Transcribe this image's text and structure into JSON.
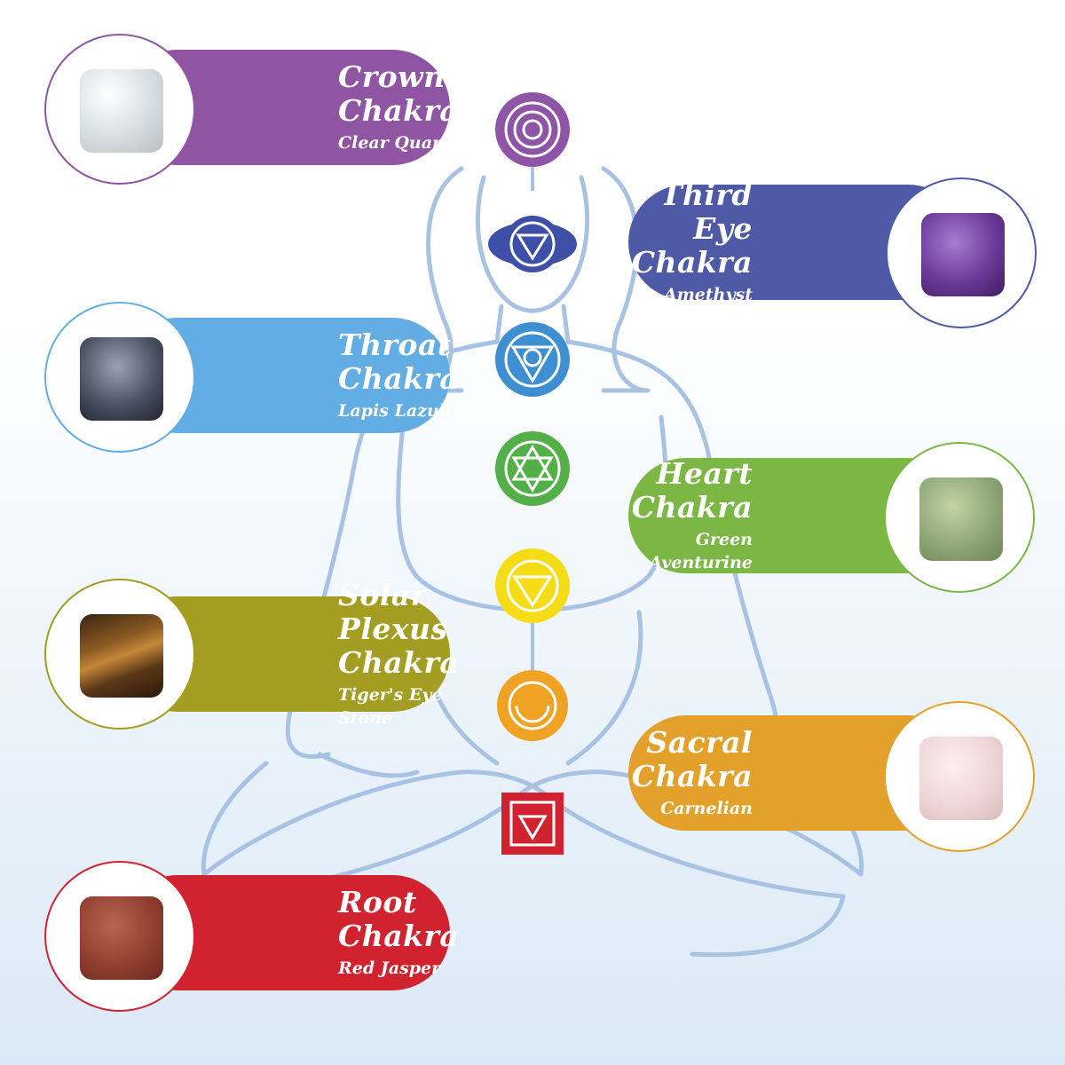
{
  "chakras": [
    {
      "title": "Crown Chakra",
      "stone": "Clear Quartz",
      "color": "#8f55a3",
      "side": "left"
    },
    {
      "title": "Third Eye Chakra",
      "stone": "Amethyst",
      "color": "#4f5aa7",
      "side": "right"
    },
    {
      "title": "Throat Chakra",
      "stone": "Lapis Lazuli",
      "color": "#62ade3",
      "side": "left"
    },
    {
      "title": "Heart Chakra",
      "stone": "Green Aventurine",
      "color": "#7cb745",
      "side": "right"
    },
    {
      "title": "Solar Plexus Chakra",
      "stone": "Tiger's Eye Stone",
      "color": "#a39d21",
      "side": "left"
    },
    {
      "title": "Sacral Chakra",
      "stone": "Carnelian",
      "color": "#e3a12c",
      "side": "right"
    },
    {
      "title": "Root Chakra",
      "stone": "Red Jasper",
      "color": "#d1232f",
      "side": "left"
    }
  ],
  "symbol_colors": {
    "crown": "#8e54a6",
    "third_eye": "#3d4fa6",
    "throat": "#3d8fd2",
    "heart": "#53b049",
    "solar": "#f4dc16",
    "sacral": "#f0a322",
    "root": "#d1232f"
  },
  "outline_color": "#a8c2e4"
}
